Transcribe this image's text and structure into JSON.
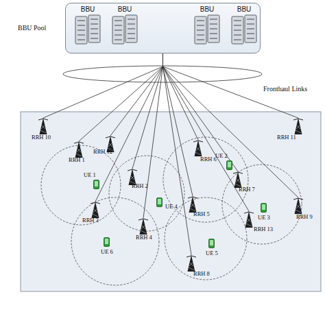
{
  "diagram": {
    "nodes": [
      {
        "text": [
          "BBU Pool"
        ]
      },
      {
        "text": [
          "BBU"
        ],
        "in": 0
      },
      {
        "text": [
          "BBU"
        ],
        "in": 0
      },
      {
        "text": [
          "BBU"
        ],
        "in": 0
      },
      {
        "text": [
          "BBU"
        ],
        "in": 0
      },
      {
        "text": [
          "RRH 1"
        ]
      },
      {
        "text": [
          "RRH 2"
        ]
      },
      {
        "text": [
          "RRH 3"
        ]
      },
      {
        "text": [
          "RRH 4"
        ]
      },
      {
        "text": [
          "RRH 5"
        ]
      },
      {
        "text": [
          "RRH 6"
        ]
      },
      {
        "text": [
          "RRH 7"
        ]
      },
      {
        "text": [
          "RRH 8"
        ]
      },
      {
        "text": [
          "RRH 9"
        ]
      },
      {
        "text": [
          "RRH 10"
        ]
      },
      {
        "text": [
          "RRH 11"
        ]
      },
      {
        "text": [
          "RRH 12"
        ]
      },
      {
        "text": [
          "RRH 13"
        ]
      },
      {
        "text": [
          "UE 1"
        ]
      },
      {
        "text": [
          "UE 2"
        ]
      },
      {
        "text": [
          "UE 3"
        ]
      },
      {
        "text": [
          "UE 4"
        ]
      },
      {
        "text": [
          "UE 5"
        ]
      },
      {
        "text": [
          "UE 6"
        ]
      }
    ],
    "edges": [
      {
        "from": 0,
        "to": 5,
        "arrow": "none"
      },
      {
        "from": 0,
        "to": 6,
        "arrow": "none"
      },
      {
        "from": 0,
        "to": 7,
        "arrow": "none"
      },
      {
        "from": 0,
        "to": 8,
        "arrow": "none"
      },
      {
        "from": 0,
        "to": 9,
        "arrow": "none"
      },
      {
        "from": 0,
        "to": 10,
        "arrow": "none"
      },
      {
        "from": 0,
        "to": 11,
        "arrow": "none"
      },
      {
        "from": 0,
        "to": 12,
        "arrow": "none"
      },
      {
        "from": 0,
        "to": 13,
        "arrow": "none"
      },
      {
        "from": 0,
        "to": 14,
        "arrow": "none"
      },
      {
        "from": 0,
        "to": 15,
        "arrow": "none"
      },
      {
        "from": 0,
        "to": 16,
        "arrow": "none"
      },
      {
        "from": 0,
        "to": 17,
        "arrow": "none"
      }
    ],
    "labels": [
      "Fronthaul Links"
    ]
  }
}
